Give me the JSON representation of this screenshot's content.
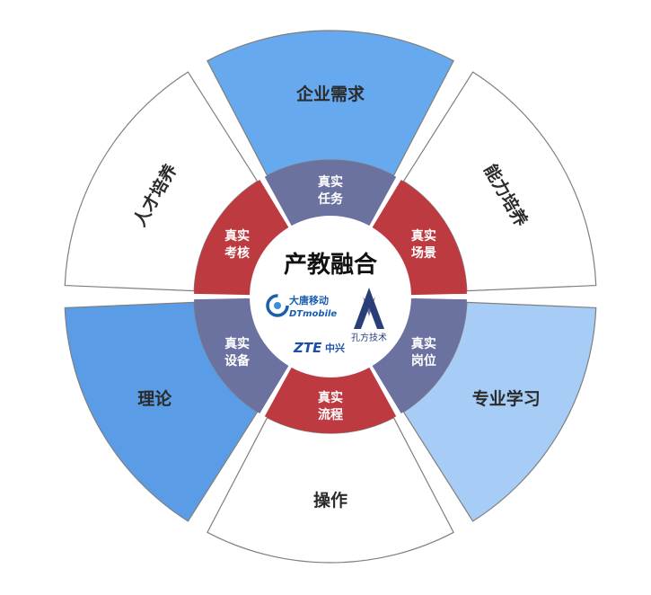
{
  "center": {
    "title": "产教融合"
  },
  "outer_ring": [
    {
      "label": "企业需求",
      "fill": "#66a9ee"
    },
    {
      "label": "能力培养",
      "fill": "#ffffff"
    },
    {
      "label": "专业学习",
      "fill": "#a7cdf6"
    },
    {
      "label": "操作",
      "fill": "#ffffff"
    },
    {
      "label": "理论",
      "fill": "#5a9de6"
    },
    {
      "label": "人才培养",
      "fill": "#ffffff"
    }
  ],
  "inner_ring": [
    {
      "line1": "真实",
      "line2": "任务",
      "fill": "#6b72a0"
    },
    {
      "line1": "真实",
      "line2": "场景",
      "fill": "#bd3a40"
    },
    {
      "line1": "真实",
      "line2": "岗位",
      "fill": "#6b72a0"
    },
    {
      "line1": "真实",
      "line2": "流程",
      "fill": "#bd3a40"
    },
    {
      "line1": "真实",
      "line2": "设备",
      "fill": "#6b72a0"
    },
    {
      "line1": "真实",
      "line2": "考核",
      "fill": "#bd3a40"
    }
  ],
  "logos": {
    "datang_cn": "大唐移动",
    "datang_en": "DTmobile",
    "zte_en": "ZTE",
    "zte_cn": "中兴",
    "kongfang": "孔方技术"
  },
  "colors": {
    "outer_stroke": "#7f7f7f",
    "logo_blue": "#1a5fb0"
  }
}
